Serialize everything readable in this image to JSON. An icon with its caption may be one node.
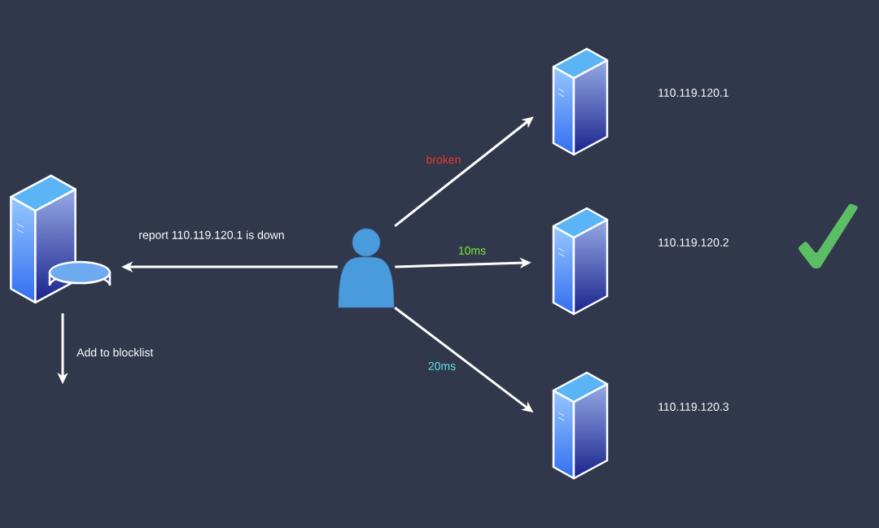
{
  "diagram": {
    "nodes": [
      {
        "text": [],
        "shape": "server"
      },
      {
        "text": [],
        "shape": "person"
      },
      {
        "text": [],
        "shape": "server"
      },
      {
        "text": [],
        "shape": "server"
      },
      {
        "text": [],
        "shape": "server"
      }
    ],
    "labels": [
      "110.119.120.1",
      "110.119.120.2",
      "110.119.120.3"
    ],
    "edges": [
      {
        "from": 1,
        "to": 0,
        "arrow": "to",
        "label": "report 110.119.120.1 is down"
      },
      {
        "from": 0,
        "to": null,
        "arrow": "to",
        "label": "Add to blocklist"
      },
      {
        "from": 1,
        "to": 2,
        "arrow": "to",
        "label": "broken"
      },
      {
        "from": 1,
        "to": 3,
        "arrow": "to",
        "label": "10ms"
      },
      {
        "from": 1,
        "to": 4,
        "arrow": "to",
        "label": "20ms"
      }
    ]
  }
}
